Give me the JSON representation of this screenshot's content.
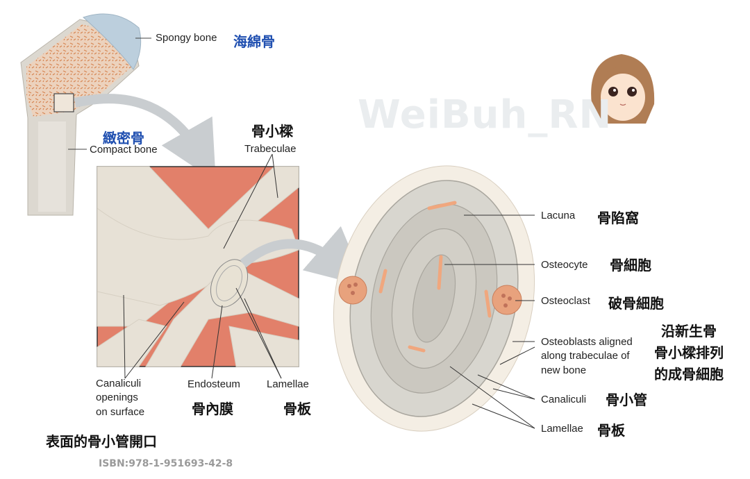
{
  "watermark": "WeiBuh_RN",
  "isbn": "ISBN:978-1-951693-42-8",
  "labels": {
    "spongy_en": "Spongy bone",
    "spongy_zh": "海綿骨",
    "compact_zh": "緻密骨",
    "compact_en": "Compact bone",
    "trabeculae_zh": "骨小樑",
    "trabeculae_en": "Trabeculae",
    "canaliculi_openings_en": "Canaliculi\nopenings\non surface",
    "canaliculi_openings_zh": "表面的骨小管開口",
    "endosteum_en": "Endosteum",
    "endosteum_zh": "骨內膜",
    "lamellae_left_en": "Lamellae",
    "lamellae_left_zh": "骨板",
    "lacuna_en": "Lacuna",
    "lacuna_zh": "骨陷窩",
    "osteocyte_en": "Osteocyte",
    "osteocyte_zh": "骨細胞",
    "osteoclast_en": "Osteoclast",
    "osteoclast_zh": "破骨細胞",
    "osteoblasts_en": "Osteoblasts aligned\nalong trabeculae of\nnew bone",
    "osteoblasts_zh": "沿新生骨\n骨小樑排列\n的成骨細胞",
    "canaliculi_en": "Canaliculi",
    "canaliculi_zh": "骨小管",
    "lamellae_right_en": "Lamellae",
    "lamellae_right_zh": "骨板"
  },
  "colors": {
    "bone": "#e7e1d6",
    "marrow": "#e07a5f",
    "spongy_fill": "#e9c9b0",
    "cartilage": "#bcd0de",
    "blue_text": "#1f4fb0",
    "cell": "#f0a77e"
  }
}
